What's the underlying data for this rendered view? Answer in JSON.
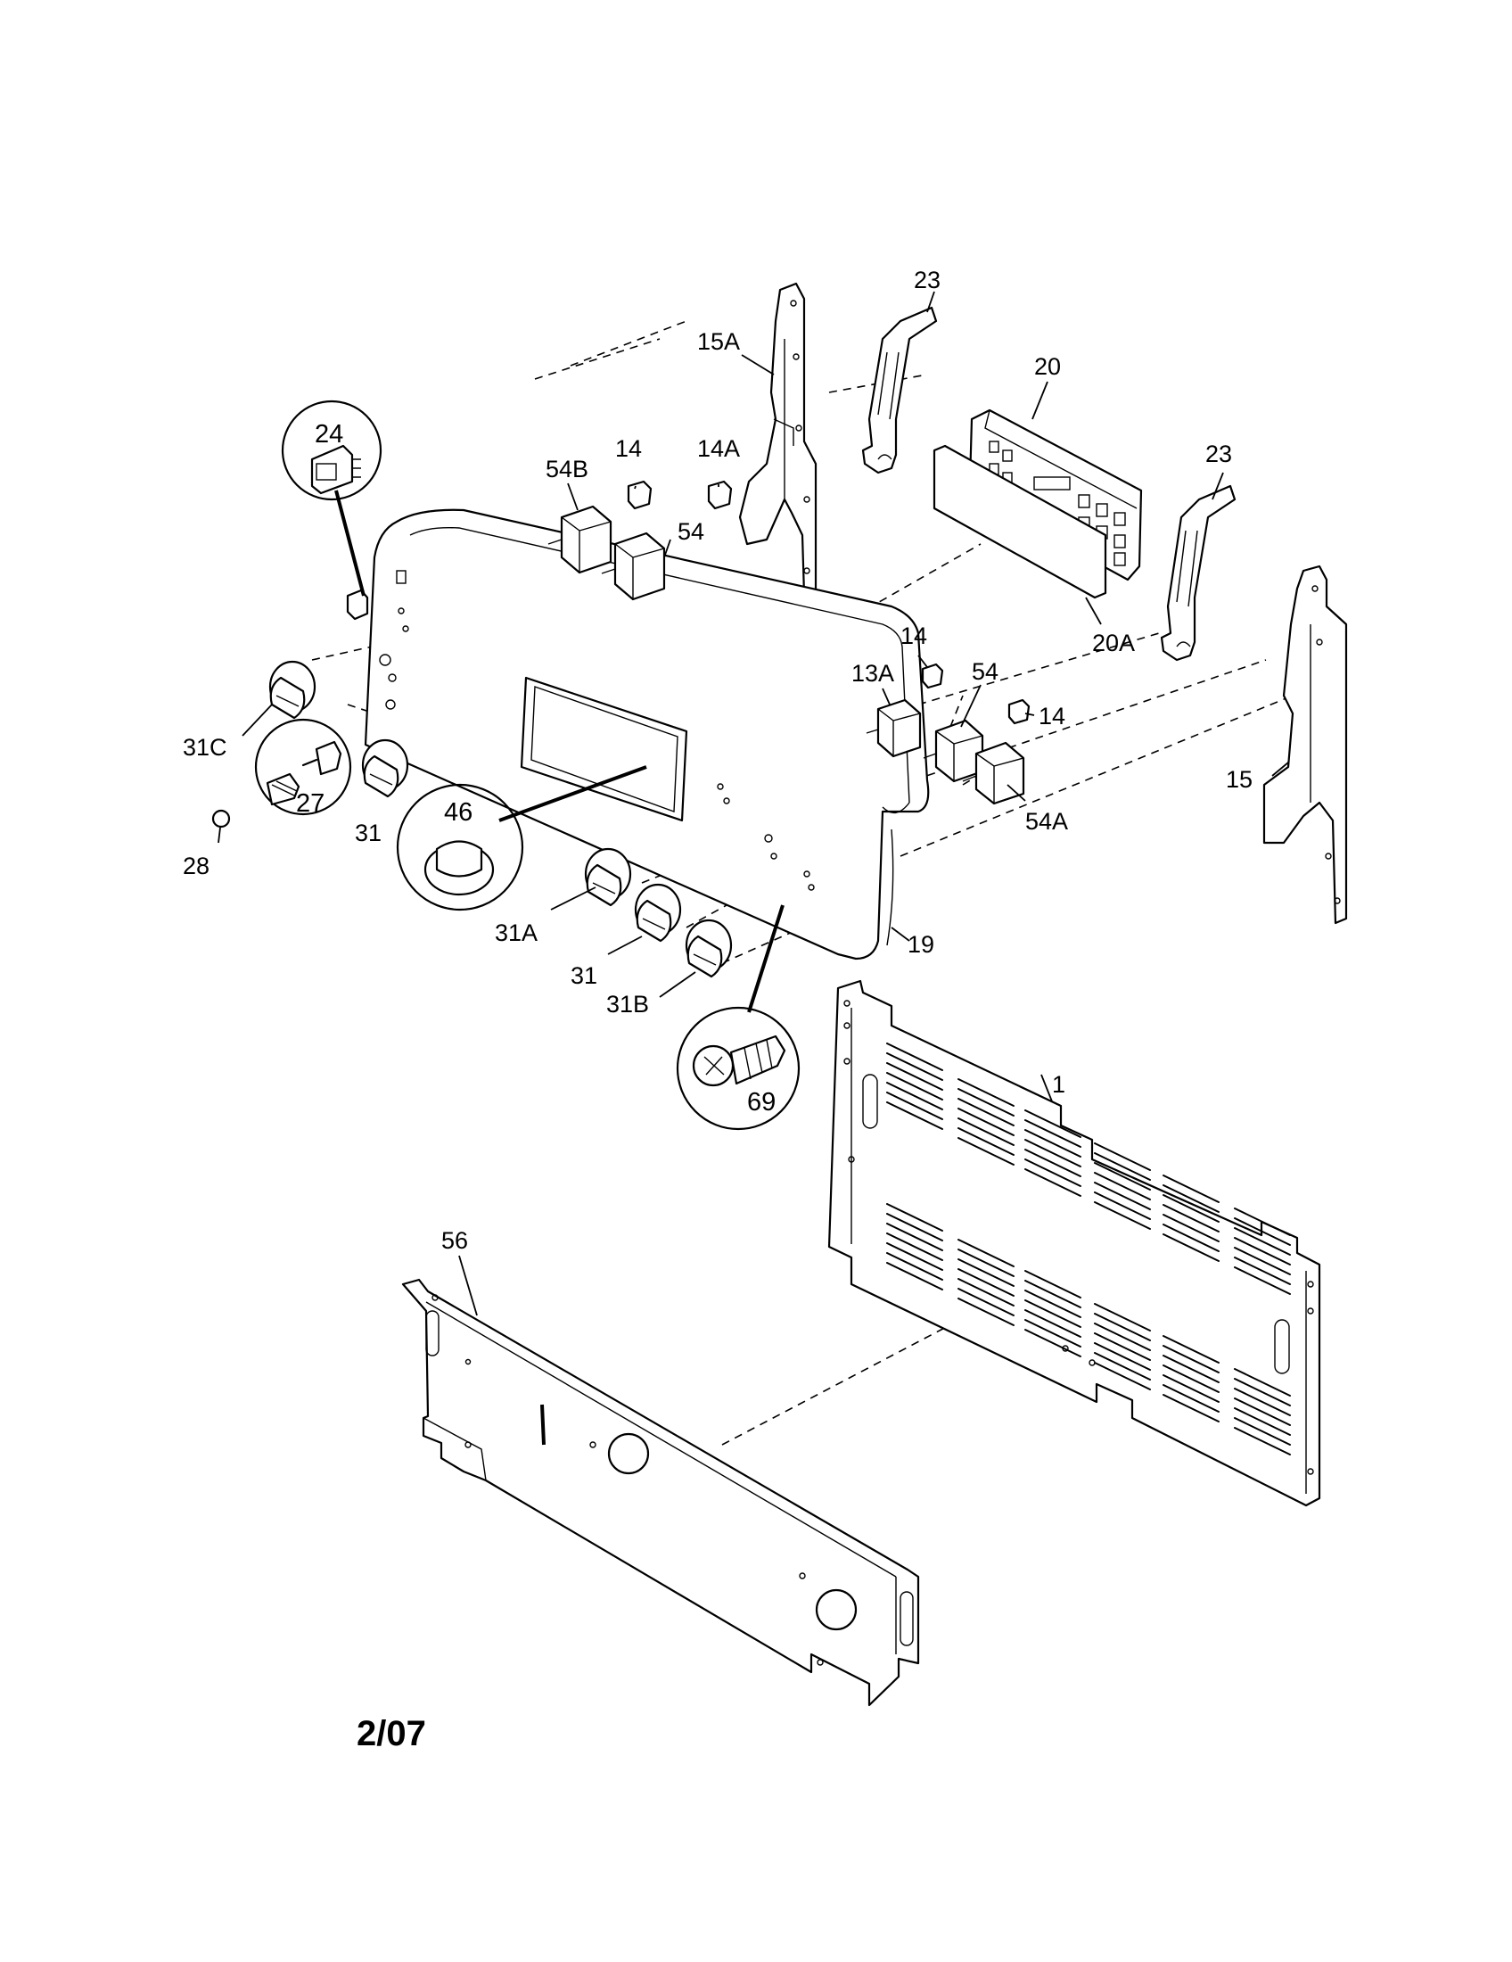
{
  "callouts": {
    "c1": "1",
    "c13A": "13A",
    "c14_top": "14",
    "c14A": "14A",
    "c14_mid": "14",
    "c14_right": "14",
    "c15": "15",
    "c15A": "15A",
    "c19": "19",
    "c20": "20",
    "c20A": "20A",
    "c23_left": "23",
    "c23_right": "23",
    "c24": "24",
    "c27": "27",
    "c28": "28",
    "c31_left": "31",
    "c31_bottom": "31",
    "c31A": "31A",
    "c31B": "31B",
    "c31C": "31C",
    "c46": "46",
    "c54_left": "54",
    "c54_right": "54",
    "c54A": "54A",
    "c54B": "54B",
    "c56": "56",
    "c69": "69"
  },
  "footer": {
    "date_code": "2/07"
  },
  "colors": {
    "line": "#000000",
    "background": "#ffffff"
  }
}
